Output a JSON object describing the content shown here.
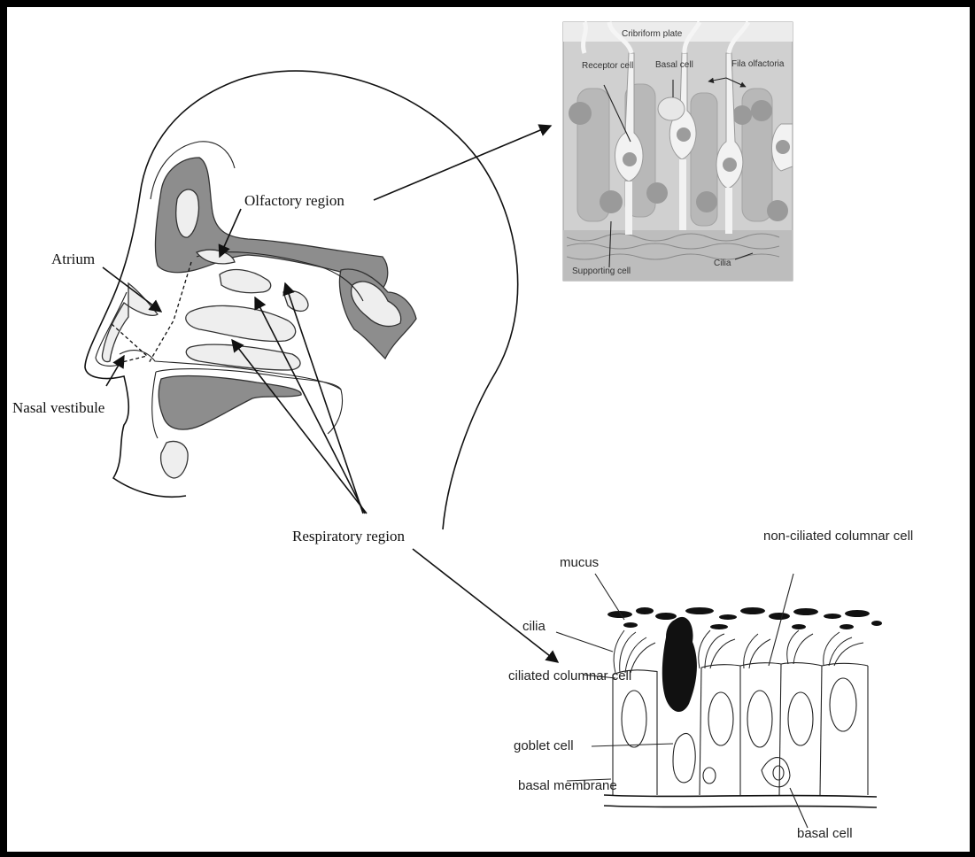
{
  "head_diagram": {
    "labels": {
      "olfactory_region": "Olfactory region",
      "atrium": "Atrium",
      "nasal_vestibule": "Nasal vestibule",
      "respiratory_region": "Respiratory region"
    }
  },
  "olfactory_inset": {
    "labels": {
      "cribriform_plate": "Cribriform plate",
      "receptor_cell": "Receptor cell",
      "basal_cell": "Basal cell",
      "fila_olfactoria": "Fila olfactoria",
      "supporting_cell": "Supporting cell",
      "cilia": "Cilia"
    }
  },
  "respiratory_inset": {
    "labels": {
      "mucus": "mucus",
      "non_ciliated_columnar_cell": "non-ciliated columnar cell",
      "cilia": "cilia",
      "ciliated_columnar_cell": "ciliated columnar cell",
      "goblet_cell": "goblet cell",
      "basal_membrane": "basal membrane",
      "basal_cell": "basal cell"
    }
  },
  "colors": {
    "frame": "#000000",
    "tissue_grey": "#8d8d8d",
    "inset_background": "#d0d0d0"
  }
}
